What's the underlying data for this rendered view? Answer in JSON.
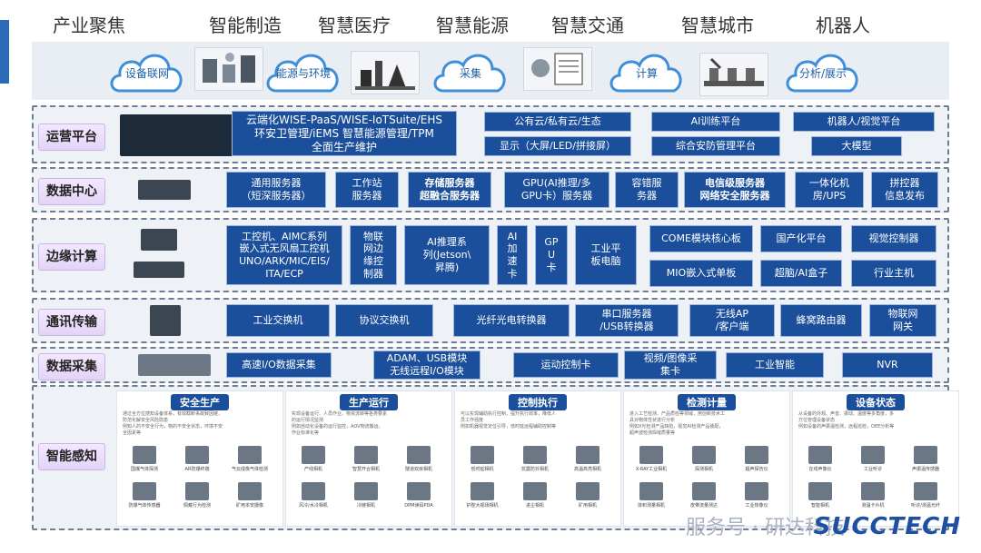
{
  "industries": [
    "产业聚焦",
    "智能制造",
    "智慧医疗",
    "智慧能源",
    "智慧交通",
    "智慧城市",
    "机器人"
  ],
  "clouds": [
    "设备联网",
    "能源与环境",
    "采集",
    "计算",
    "分析/展示"
  ],
  "layers": {
    "ops": {
      "label": "运营平台",
      "boxes": [
        [
          "云端化WISE-PaaS/WISE-IoTSuite/EHS",
          "环安卫管理/iEMS 智慧能源管理/TPM",
          "全面生产维护"
        ],
        [
          "公有云/私有云/生态"
        ],
        [
          "AI训练平台"
        ],
        [
          "机器人/视觉平台"
        ],
        [
          "显示（大屏/LED/拼接屏）"
        ],
        [
          "综合安防管理平台"
        ],
        [
          "大模型"
        ]
      ]
    },
    "dc": {
      "label": "数据中心",
      "boxes": [
        [
          "通用服务器",
          "（短深服务器）"
        ],
        [
          "工作站",
          "服务器"
        ],
        [
          "存储服务器",
          "超融合服务器"
        ],
        [
          "GPU(AI推理/多",
          "GPU卡）服务器"
        ],
        [
          "容错服",
          "务器"
        ],
        [
          "电信级服务器",
          "网络安全服务器"
        ],
        [
          "一体化机",
          "房/UPS"
        ],
        [
          "拼控器",
          "信息发布"
        ]
      ]
    },
    "edge": {
      "label": "边缘计算",
      "boxes": [
        [
          "工控机、AIMC系列",
          "嵌入式无风扇工控机",
          "UNO/ARK/MIC/EIS/",
          "ITA/ECP"
        ],
        [
          "物联",
          "网边",
          "缘控",
          "制器"
        ],
        [
          "AI推理系",
          "列(Jetson\\",
          "昇腾)"
        ],
        [
          "AI",
          "加",
          "速",
          "卡"
        ],
        [
          "GP",
          "U",
          "卡"
        ],
        [
          "工业平",
          "板电脑"
        ],
        [
          "COME模块核心板"
        ],
        [
          "国产化平台"
        ],
        [
          "视觉控制器"
        ],
        [
          "MIO嵌入式单板"
        ],
        [
          "超脑/AI盒子"
        ],
        [
          "行业主机"
        ]
      ]
    },
    "comm": {
      "label": "通讯传输",
      "boxes": [
        [
          "工业交换机"
        ],
        [
          "协议交换机"
        ],
        [
          "光纤光电转换器"
        ],
        [
          "串口服务器",
          "/USB转换器"
        ],
        [
          "无线AP",
          "/客户端"
        ],
        [
          "蜂窝路由器"
        ],
        [
          "物联网",
          "网关"
        ]
      ]
    },
    "acq": {
      "label": "数据采集",
      "boxes": [
        [
          "高速I/O数据采集"
        ],
        [
          "ADAM、USB模块",
          "无线远程I/O模块"
        ],
        [
          "运动控制卡"
        ],
        [
          "视频/图像采",
          "集卡"
        ],
        [
          "工业智能"
        ],
        [
          "NVR"
        ]
      ]
    },
    "sense": {
      "label": "智能感知",
      "panels": [
        {
          "title": "安全生产",
          "desc": [
            "通过全方位感知设备体系，有效截断事故致因链，",
            "防范化解安全风险隐患",
            "例知人的不安全行为，物的不安全状态，环境不安",
            "全因素等"
          ],
          "items": [
            "国爆气体探测",
            "AR防爆终端",
            "气云成像气体检测",
            "防爆气体传感器",
            "佩戴行为检测",
            "矿用本安摄像"
          ]
        },
        {
          "title": "生产运行",
          "desc": [
            "实现设备运行、人员作业、物资流转等各类要素",
            "的运行情况监测",
            "例如自动化设备的运行监控，AOV物流搬运，",
            "作业标准化等"
          ],
          "items": [
            "产线相机",
            "智慧开合相机",
            "隧道双目相机",
            "风冷/水冷相机",
            "冷链相机",
            "DPM读码PDA"
          ]
        },
        {
          "title": "控制执行",
          "desc": [
            "可以实现辅助执行控制，提升执行效率，降低人",
            "员工作强度",
            "例如机器视觉定位引导，低时延远程辅助控制等"
          ],
          "items": [
            "低时延相机",
            "抗震防抖相机",
            "高温高亮相机",
            "护腔大视场相机",
            "进尘相机",
            "矿用相机"
          ]
        },
        {
          "title": "检测计量",
          "desc": [
            "进入工艺检测、产品质检等领域，用创新技术工",
            "具对物体性状进行分析",
            "例如X光检测产品缺陷，视觉AI检测产品装配，",
            "超声波检测焊缝质量等"
          ],
          "items": [
            "X-RAY工业相机",
            "探测相机",
            "超声探伤仪",
            "体积测量相机",
            "皮带流量测达",
            "工业热像仪"
          ]
        },
        {
          "title": "设备状态",
          "desc": [
            "从设备的外观、声音、振动、温度等多角度，多",
            "方位管理设备状态",
            "例如设备的声振温检测，远程巡检，OEE分析等"
          ],
          "items": [
            "在线声像仪",
            "工业听诊",
            "声振温传感器",
            "智能相机",
            "测温卡片机",
            "听诊/测温光纤"
          ]
        }
      ]
    }
  },
  "watermark": "服务号 · 研达科技",
  "brand": "SUCCTECH",
  "colors": {
    "box": "#1b4f9c",
    "label": "#e3d4f7",
    "band": "#eef1f6",
    "cloud": "#1c5fa8"
  }
}
